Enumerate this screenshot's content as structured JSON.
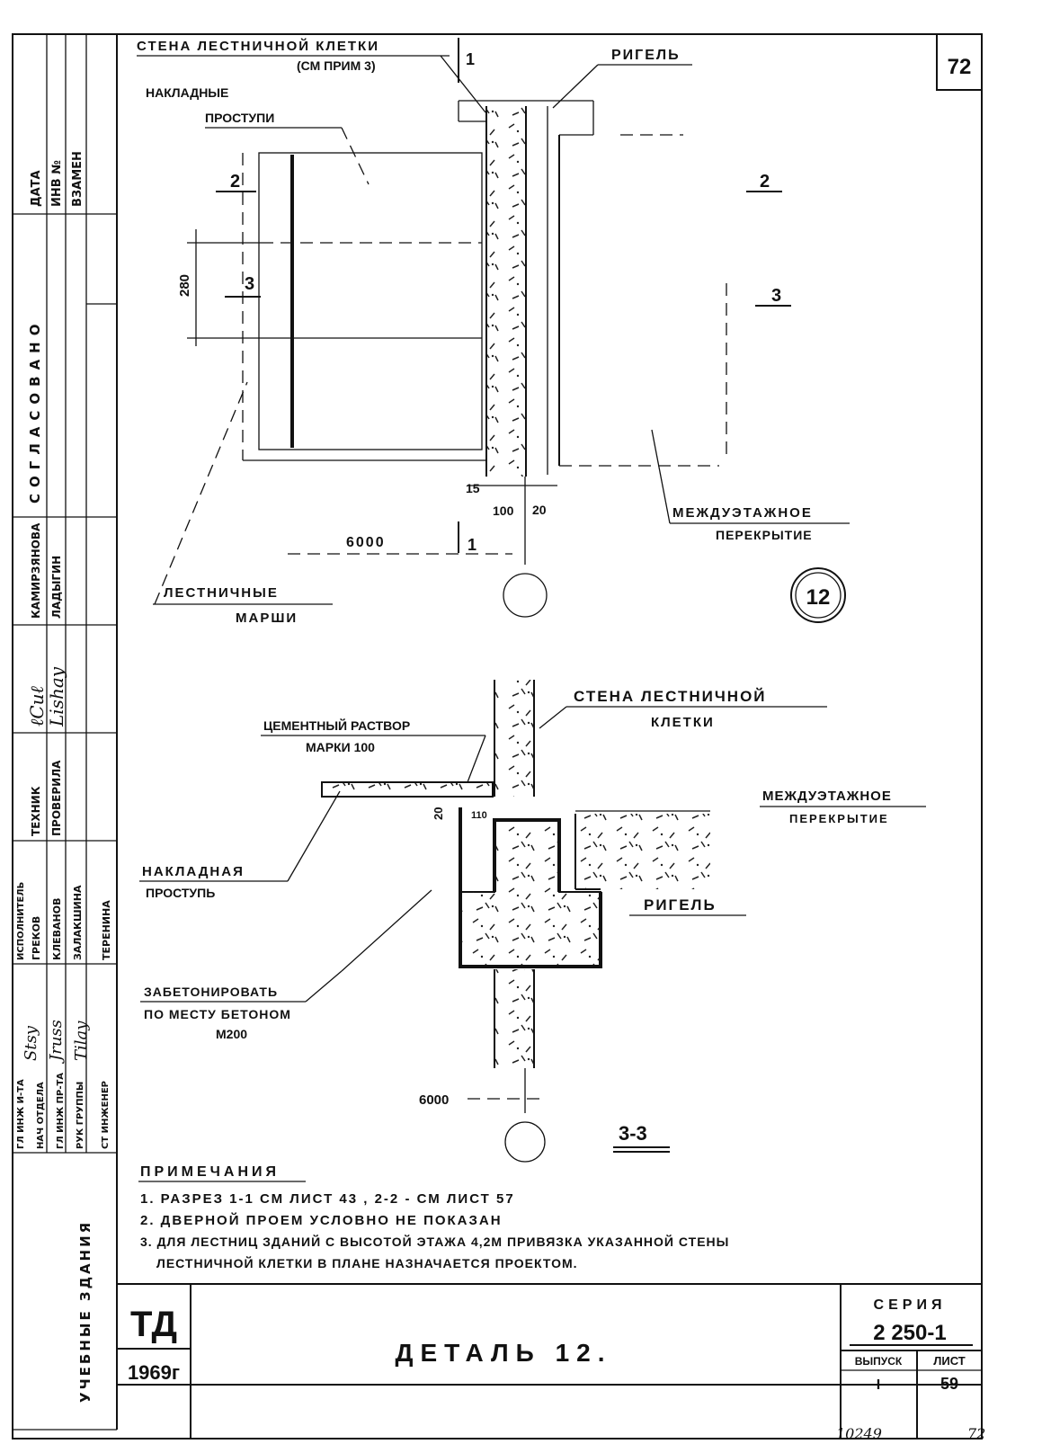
{
  "sheet_number": "72",
  "plan": {
    "wall_label_1": "СТЕНА ЛЕСТНИЧНОЙ КЛЕТКИ",
    "wall_label_2": "(СМ ПРИМ 3)",
    "girder_label": "РИГЕЛЬ",
    "overlay_label_1": "НАКЛАДНЫЕ",
    "overlay_label_2": "ПРОСТУПИ",
    "section_mark_2": "2",
    "section_mark_3": "3",
    "section_mark_1": "1",
    "dim_280": "280",
    "dim_15": "15",
    "dim_100": "100",
    "dim_20": "20",
    "dim_6000": "6000",
    "floor_label_1": "МЕЖДУЭТАЖНОЕ",
    "floor_label_2": "ПЕРЕКРЫТИЕ",
    "stairs_label_1": "ЛЕСТНИЧНЫЕ",
    "stairs_label_2": "МАРШИ",
    "detail_number": "12"
  },
  "section": {
    "wall_label_1": "СТЕНА ЛЕСТНИЧНОЙ",
    "wall_label_2": "КЛЕТКИ",
    "mortar_label_1": "ЦЕМЕНТНЫЙ РАСТВОР",
    "mortar_label_2": "МАРКИ 100",
    "floor_label_1": "МЕЖДУЭТАЖНОЕ",
    "floor_label_2": "ПЕРЕКРЫТИЕ",
    "overlay_label_1": "НАКЛАДНАЯ",
    "overlay_label_2": "ПРОСТУПЬ",
    "girder_label": "РИГЕЛЬ",
    "concrete_label_1": "ЗАБЕТОНИРОВАТЬ",
    "concrete_label_2": "ПО МЕСТУ БЕТОНОМ",
    "concrete_label_3": "М200",
    "dim_20": "20",
    "dim_110": "110",
    "dim_6000": "6000",
    "section_title": "3-3"
  },
  "notes": {
    "heading": "ПРИМЕЧАНИЯ",
    "items": [
      "1. РАЗРЕЗ 1-1 СМ ЛИСТ 43 , 2-2 - СМ ЛИСТ 57",
      "2. ДВЕРНОЙ ПРОЕМ УСЛОВНО НЕ ПОКАЗАН",
      "3. ДЛЯ ЛЕСТНИЦ ЗДАНИЙ С ВЫСОТОЙ ЭТАЖА 4,2М ПРИВЯЗКА УКАЗАННОЙ СТЕНЫ",
      "ЛЕСТНИЧНОЙ КЛЕТКИ В ПЛАНЕ НАЗНАЧАЕТСЯ ПРОЕКТОМ."
    ]
  },
  "left_margin": {
    "top_headers": [
      "ДАТА",
      "ИНВ №",
      "ВЗАМЕН"
    ],
    "agreed": "СОГЛАСОВАНО",
    "people": [
      "КАМИРЗЯНОВА",
      "ЛАДЫГИН"
    ],
    "roles_top": [
      "ТЕХНИК",
      "ПРОВЕРИЛА"
    ],
    "roles_mid": [
      "ИСПОЛНИТЕЛЬ",
      "ГРЕКОВ",
      "КЛЕВАНОВ",
      "ЗАЛАКШИНА",
      "ТЕРЕНИНА"
    ],
    "roles_bottom": [
      "ГЛ ИНЖ И-ТА",
      "НАЧ ОТДЕЛА",
      "ГЛ ИНЖ ПР-ТА",
      "РУК ГРУППЫ",
      "СТ ИНЖЕНЕР"
    ],
    "building_type": "УЧЕБНЫЕ ЗДАНИЯ"
  },
  "title_block": {
    "org": "ТД",
    "year": "1969г",
    "title": "ДЕТАЛЬ 12.",
    "series_label": "СЕРИЯ",
    "series_value": "2 250-1",
    "issue_label": "ВЫПУСК",
    "issue_value": "I",
    "sheet_label": "ЛИСТ",
    "sheet_value": "59",
    "footer_code": "10249",
    "footer_page": "72"
  }
}
